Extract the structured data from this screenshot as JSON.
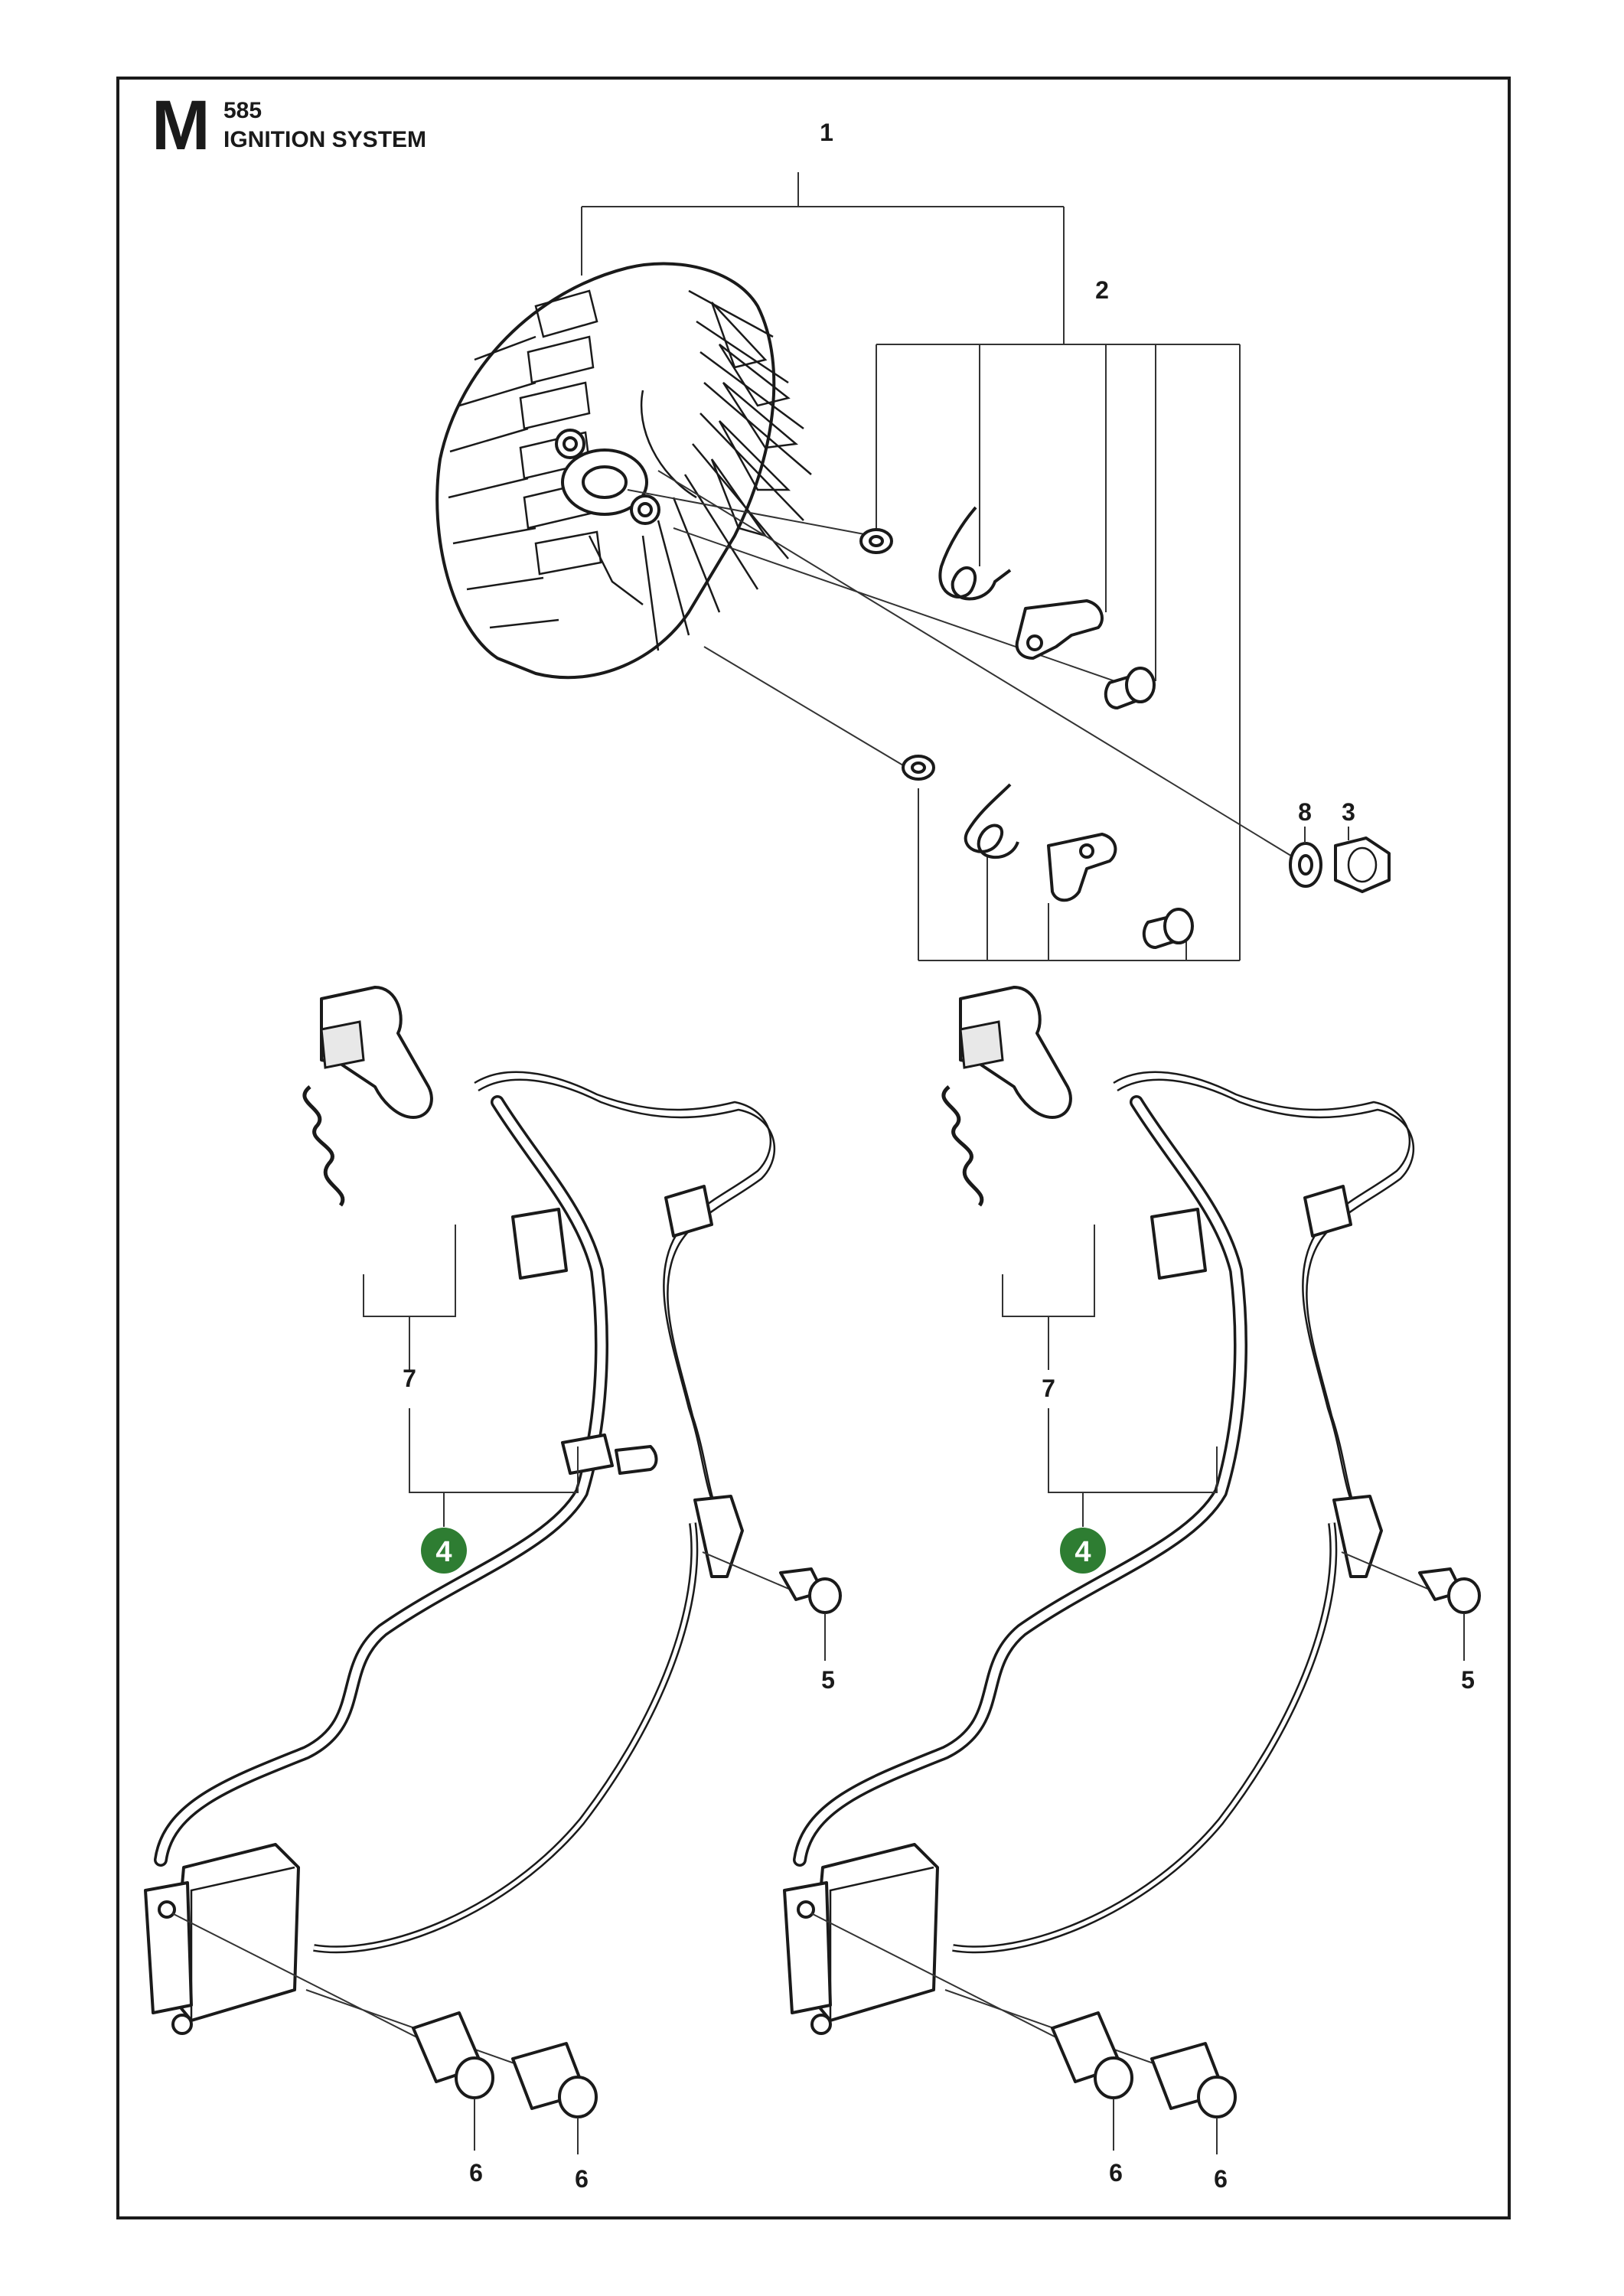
{
  "header": {
    "section_letter": "M",
    "model_code": "585",
    "title": "IGNITION SYSTEM"
  },
  "callouts": {
    "flywheel": "1",
    "pawl_kit": "2",
    "nut": "3",
    "ignition_module_left": "4",
    "ignition_module_right": "4",
    "screw_5_left": "5",
    "screw_5_right": "5",
    "screw_6_left_a": "6",
    "screw_6_left_b": "6",
    "screw_6_right_a": "6",
    "screw_6_right_b": "6",
    "spark_plug_cap_left": "7",
    "spark_plug_cap_right": "7",
    "washer": "8"
  },
  "colors": {
    "line": "#1a1a1a",
    "badge": "#2e7d32",
    "badge_text": "#ffffff"
  }
}
